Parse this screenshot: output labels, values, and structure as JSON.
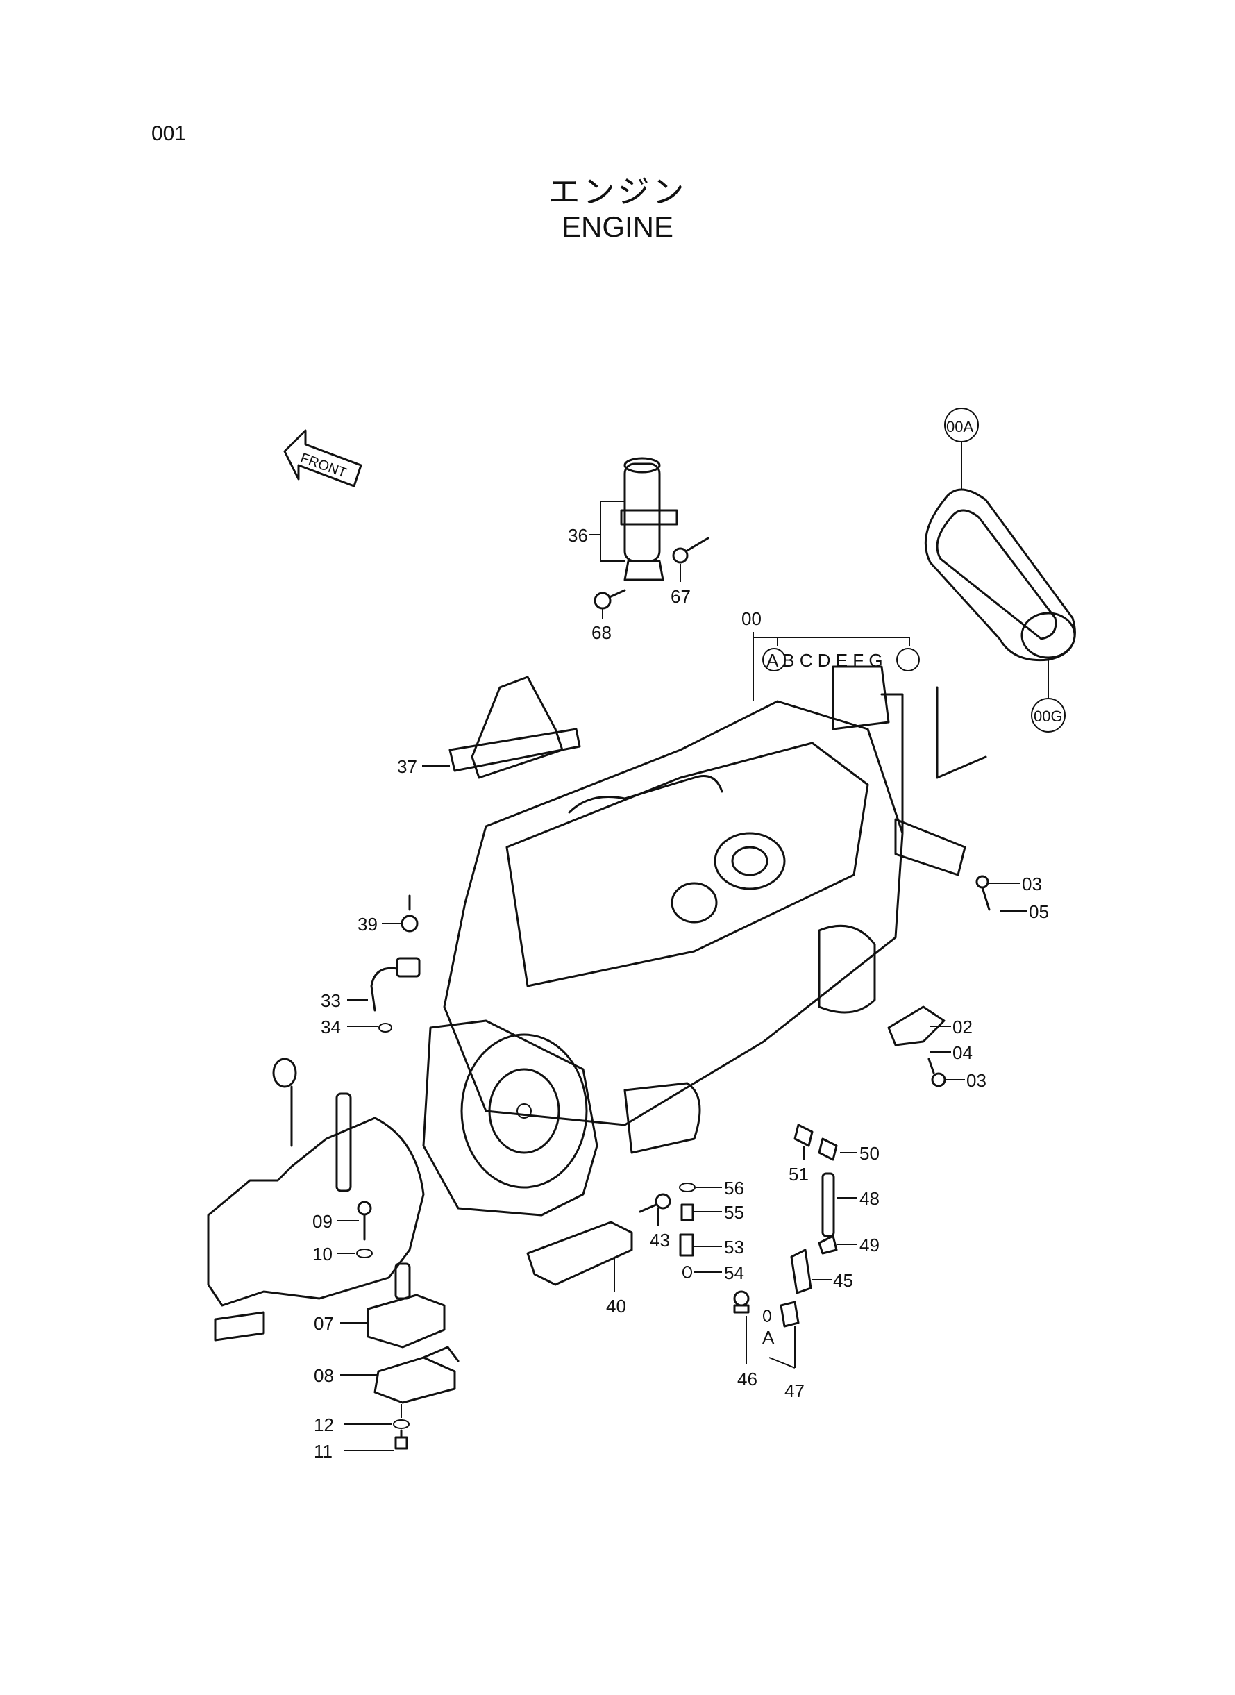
{
  "page_number": "001",
  "title_jp": "エンジン",
  "title_en": "ENGINE",
  "front_label": "FRONT",
  "variant_label": "A B C D E F G",
  "callouts": {
    "c00A": "00A",
    "c00G": "00G",
    "c00": "00",
    "c36": "36",
    "c67": "67",
    "c68": "68",
    "c37": "37",
    "c39": "39",
    "c33": "33",
    "c34": "34",
    "c03a": "03",
    "c05": "05",
    "c02": "02",
    "c04": "04",
    "c03b": "03",
    "c50": "50",
    "c51": "51",
    "c48": "48",
    "c49": "49",
    "c45": "45",
    "c56": "56",
    "c55": "55",
    "c43": "43",
    "c53": "53",
    "c54": "54",
    "c40": "40",
    "c46": "46",
    "c47": "47",
    "cA": "A",
    "c09": "09",
    "c10": "10",
    "c07": "07",
    "c08": "08",
    "c12": "12",
    "c11": "11"
  }
}
